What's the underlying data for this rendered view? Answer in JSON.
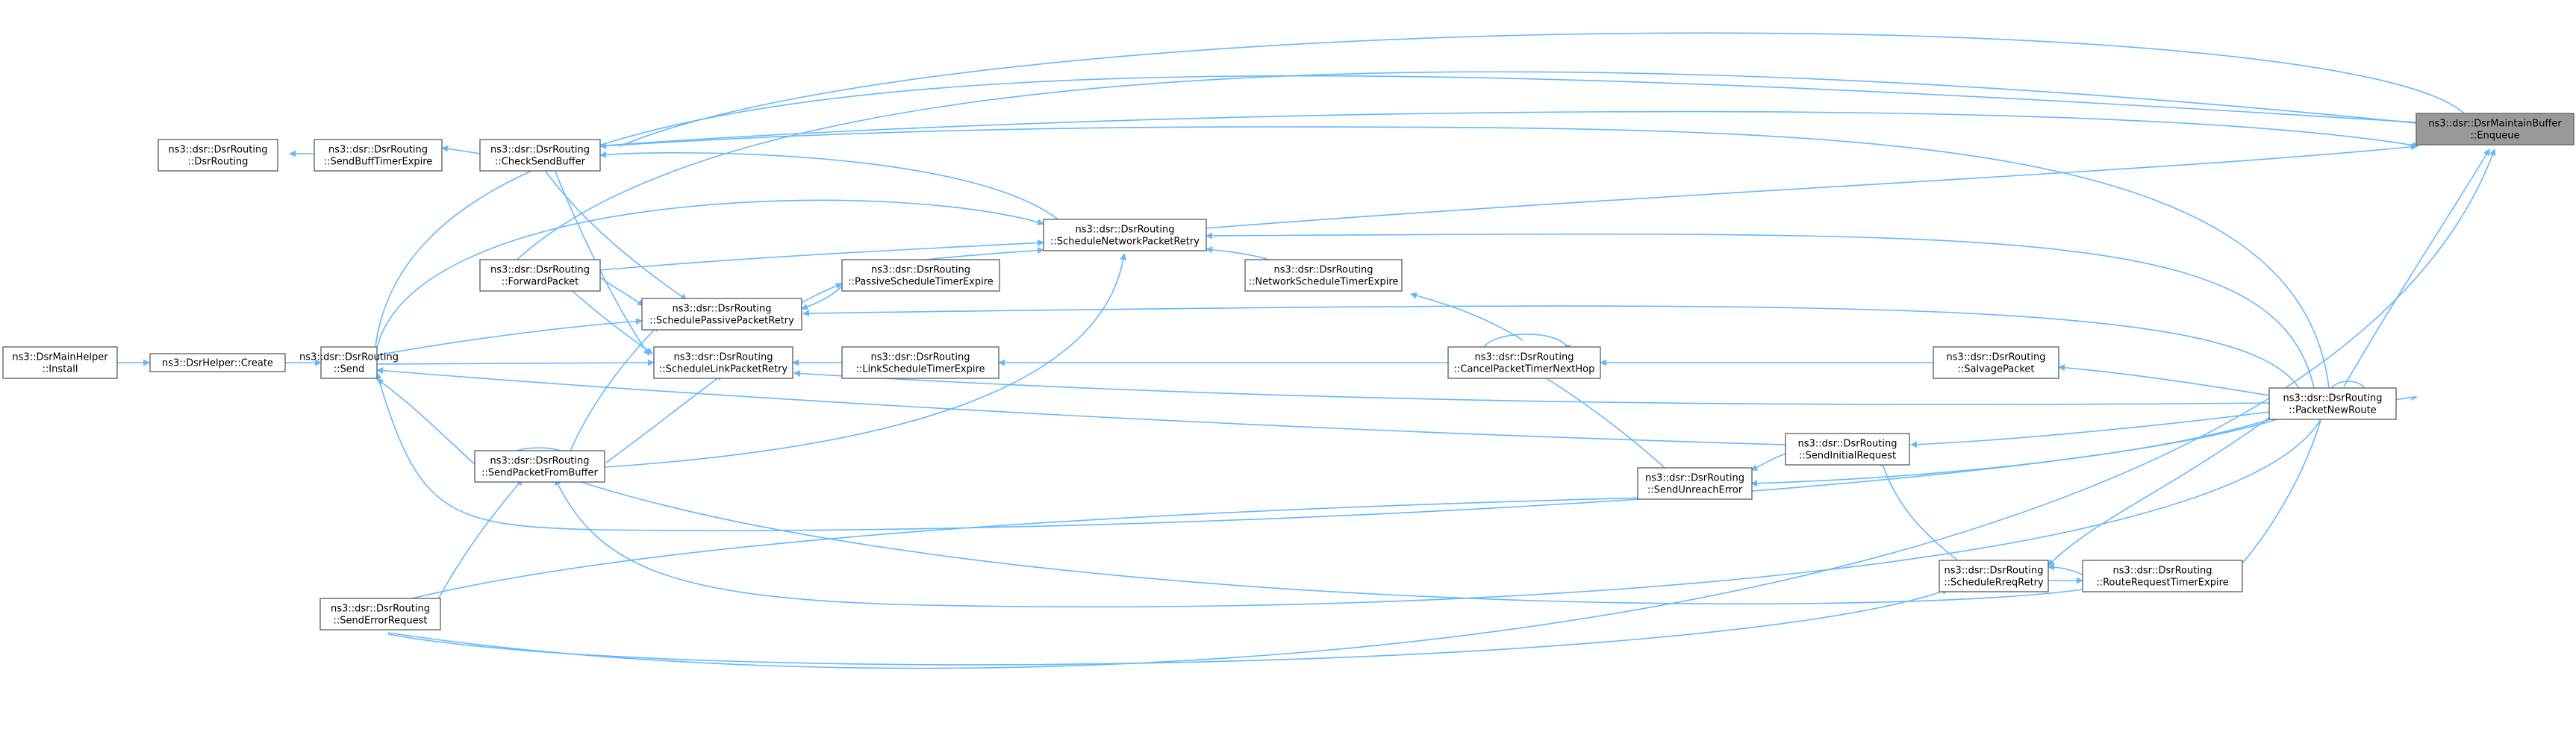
{
  "graph": {
    "title": "",
    "edge_color": "#63b8ff",
    "node_border": "#666666",
    "root_fill": "#999999",
    "nodes": [
      {
        "id": "enqueue",
        "lines": [
          "ns3::dsr::DsrMaintainBuffer",
          "::Enqueue"
        ],
        "root": true
      },
      {
        "id": "checksendbuffer",
        "lines": [
          "ns3::dsr::DsrRouting",
          "::CheckSendBuffer"
        ]
      },
      {
        "id": "sendbufftimerexpire",
        "lines": [
          "ns3::dsr::DsrRouting",
          "::SendBuffTimerExpire"
        ]
      },
      {
        "id": "dsrrouting",
        "lines": [
          "ns3::dsr::DsrRouting",
          "::DsrRouting"
        ]
      },
      {
        "id": "forwardpacket",
        "lines": [
          "ns3::dsr::DsrRouting",
          "::ForwardPacket"
        ]
      },
      {
        "id": "send",
        "lines": [
          "ns3::dsr::DsrRouting",
          "::Send"
        ]
      },
      {
        "id": "dsrhelpercreate",
        "lines": [
          "ns3::DsrHelper::Create"
        ]
      },
      {
        "id": "dsrmainhelperinstall",
        "lines": [
          "ns3::DsrMainHelper",
          "::Install"
        ]
      },
      {
        "id": "schedulenetworkpacketretry",
        "lines": [
          "ns3::dsr::DsrRouting",
          "::ScheduleNetworkPacketRetry"
        ]
      },
      {
        "id": "passivescheduletimerexpire",
        "lines": [
          "ns3::dsr::DsrRouting",
          "::PassiveScheduleTimerExpire"
        ]
      },
      {
        "id": "schedulepassivepacketretry",
        "lines": [
          "ns3::dsr::DsrRouting",
          "::SchedulePassivePacketRetry"
        ]
      },
      {
        "id": "networkscheduletimerexpire",
        "lines": [
          "ns3::dsr::DsrRouting",
          "::NetworkScheduleTimerExpire"
        ]
      },
      {
        "id": "schedulelinkpacketretry",
        "lines": [
          "ns3::dsr::DsrRouting",
          "::ScheduleLinkPacketRetry"
        ]
      },
      {
        "id": "linkscheduletimerexpire",
        "lines": [
          "ns3::dsr::DsrRouting",
          "::LinkScheduleTimerExpire"
        ]
      },
      {
        "id": "cancelpackettimernexthop",
        "lines": [
          "ns3::dsr::DsrRouting",
          "::CancelPacketTimerNextHop"
        ]
      },
      {
        "id": "salvagepacket",
        "lines": [
          "ns3::dsr::DsrRouting",
          "::SalvagePacket"
        ]
      },
      {
        "id": "packetnewroute",
        "lines": [
          "ns3::dsr::DsrRouting",
          "::PacketNewRoute"
        ]
      },
      {
        "id": "sendpacketfrombuffer",
        "lines": [
          "ns3::dsr::DsrRouting",
          "::SendPacketFromBuffer"
        ]
      },
      {
        "id": "sendinitialrequest",
        "lines": [
          "ns3::dsr::DsrRouting",
          "::SendInitialRequest"
        ]
      },
      {
        "id": "sendunreacherror",
        "lines": [
          "ns3::dsr::DsrRouting",
          "::SendUnreachError"
        ]
      },
      {
        "id": "schedulerreqretry",
        "lines": [
          "ns3::dsr::DsrRouting",
          "::ScheduleRreqRetry"
        ]
      },
      {
        "id": "routerequesttimerexpire",
        "lines": [
          "ns3::dsr::DsrRouting",
          "::RouteRequestTimerExpire"
        ]
      },
      {
        "id": "senderrorrequest",
        "lines": [
          "ns3::dsr::DsrRouting",
          "::SendErrorRequest"
        ]
      }
    ]
  }
}
